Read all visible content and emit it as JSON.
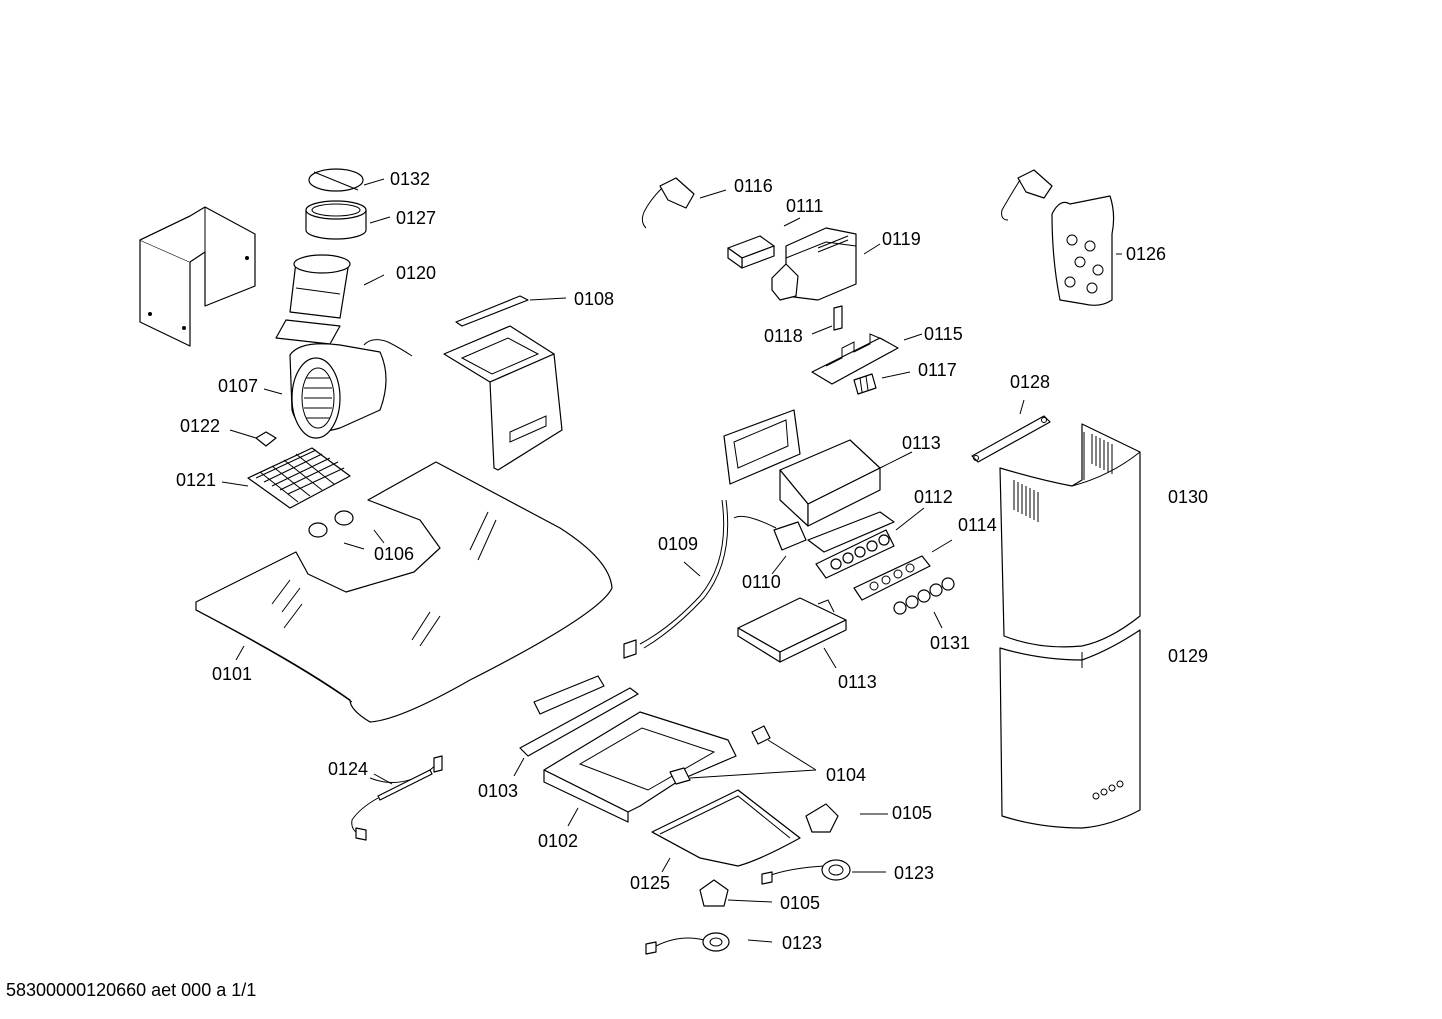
{
  "labels": {
    "p0101": "0101",
    "p0102": "0102",
    "p0103": "0103",
    "p0104": "0104",
    "p0105": "0105",
    "p0106": "0106",
    "p0107": "0107",
    "p0108": "0108",
    "p0109": "0109",
    "p0110": "0110",
    "p0111": "0111",
    "p0112": "0112",
    "p0113": "0113",
    "p0114": "0114",
    "p0115": "0115",
    "p0116": "0116",
    "p0117": "0117",
    "p0118": "0118",
    "p0119": "0119",
    "p0120": "0120",
    "p0121": "0121",
    "p0122": "0122",
    "p0123": "0123",
    "p0124": "0124",
    "p0125": "0125",
    "p0126": "0126",
    "p0127": "0127",
    "p0128": "0128",
    "p0129": "0129",
    "p0130": "0130",
    "p0131": "0131",
    "p0132": "0132"
  },
  "footer": "58300000120660 aet 000 a 1/1"
}
